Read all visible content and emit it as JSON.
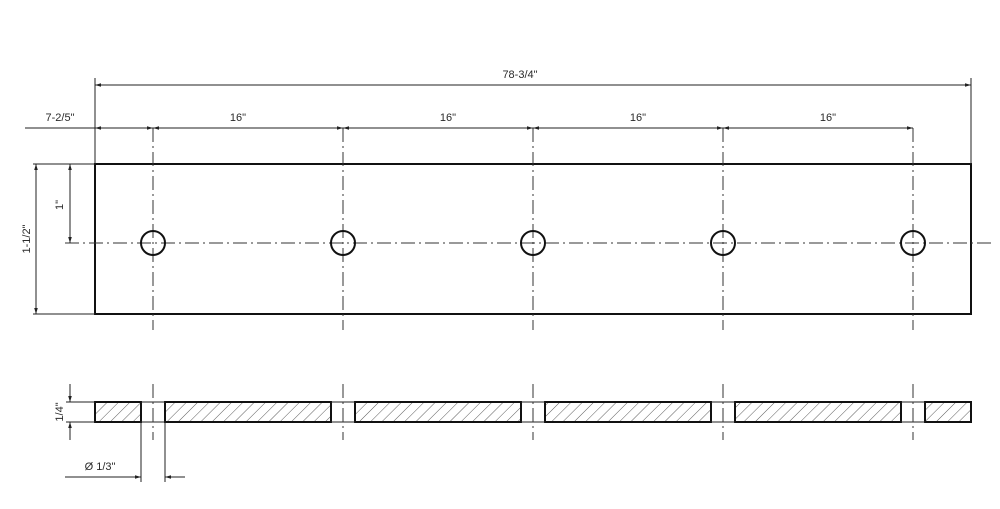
{
  "drawing": {
    "overall_length": "78-3/4\"",
    "edge_offset": "7-2/5\"",
    "hole_spacings": [
      "16\"",
      "16\"",
      "16\"",
      "16\""
    ],
    "plate_width": "1-1/2\"",
    "hole_center_offset": "1\"",
    "thickness": "1/4\"",
    "hole_diameter": "Ø 1/3\"",
    "hole_count": 5
  }
}
